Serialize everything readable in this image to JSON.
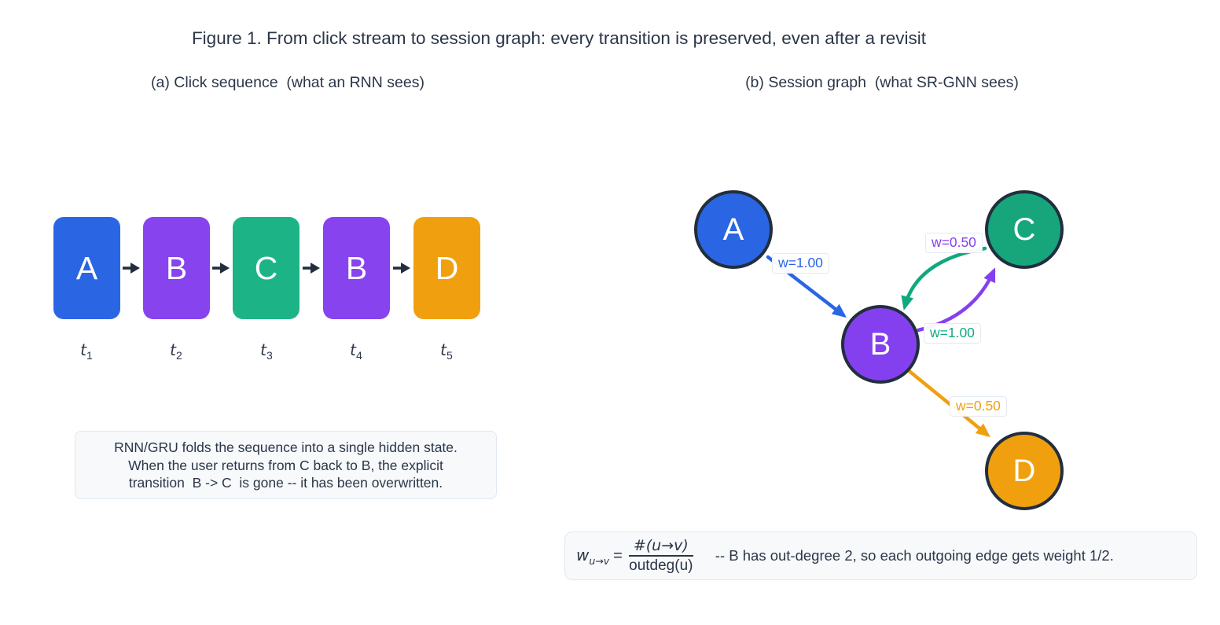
{
  "figure_title": "Figure 1. From click stream to session graph: every transition is preserved, even after a revisit",
  "panel_a": {
    "subtitle": "(a) Click sequence  (what an RNN sees)",
    "clicks": [
      {
        "item": "A",
        "time_var": "t",
        "time_sub": "1",
        "color": "#2A66E3"
      },
      {
        "item": "B",
        "time_var": "t",
        "time_sub": "2",
        "color": "#8743EE"
      },
      {
        "item": "C",
        "time_var": "t",
        "time_sub": "3",
        "color": "#1CB487"
      },
      {
        "item": "B",
        "time_var": "t",
        "time_sub": "4",
        "color": "#8743EE"
      },
      {
        "item": "D",
        "time_var": "t",
        "time_sub": "5",
        "color": "#F0A00F"
      }
    ],
    "note_lines": [
      "RNN/GRU folds the sequence into a single hidden state.",
      "When the user returns from C back to B, the explicit",
      "transition  B -> C  is gone -- it has been overwritten."
    ]
  },
  "panel_b": {
    "subtitle": "(b) Session graph  (what SR-GNN sees)",
    "nodes": [
      {
        "id": "A",
        "color": "#2A66E3"
      },
      {
        "id": "B",
        "color": "#8440EF"
      },
      {
        "id": "C",
        "color": "#17A67C"
      },
      {
        "id": "D",
        "color": "#F0A00F"
      }
    ],
    "edges": [
      {
        "from": "A",
        "to": "B",
        "label": "w=1.00",
        "color": "#2A66E3"
      },
      {
        "from": "B",
        "to": "C",
        "label": "w=0.50",
        "color": "#8440EF"
      },
      {
        "from": "C",
        "to": "B",
        "label": "w=1.00",
        "color": "#10A97E"
      },
      {
        "from": "B",
        "to": "D",
        "label": "w=0.50",
        "color": "#F0A00F"
      }
    ],
    "formula": {
      "lhs_base": "w",
      "lhs_sub": "u→v",
      "equals": "=",
      "numerator": "#(u→v)",
      "denominator": "outdeg(u)",
      "comment": "-- B has out-degree 2, so each outgoing edge gets weight 1/2."
    }
  },
  "colors": {
    "ink": "#2B3648",
    "node_border": "#212E3E",
    "panel_box_bg": "#F7F9FB",
    "panel_box_border": "#E2E8F0"
  }
}
